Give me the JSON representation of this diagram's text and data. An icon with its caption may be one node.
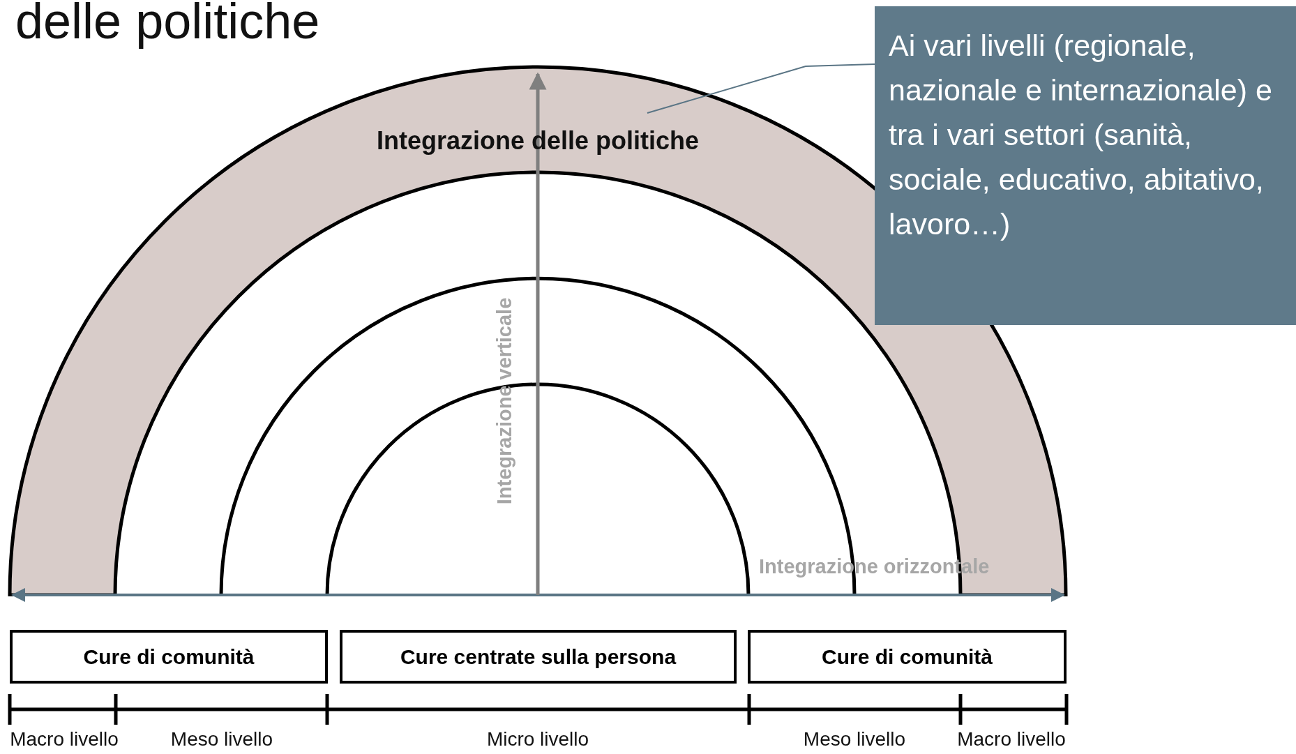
{
  "diagram": {
    "title": "delle politiche",
    "nodes": [
      {
        "text": [
          "Integrazione delle politiche"
        ]
      },
      {
        "text": [
          "Ai vari livelli (regionale, nazionale e internazionale) e tra i vari settori (sanità, sociale, educativo, abitativo, lavoro…)"
        ]
      },
      {
        "text": [
          "Cure di comunità"
        ]
      },
      {
        "text": [
          "Cure centrate sulla persona"
        ]
      },
      {
        "text": [
          "Cure di comunità"
        ]
      }
    ],
    "edges": [
      {
        "from": 1,
        "to": 0,
        "arrow": "none"
      }
    ],
    "labels": [
      "Integrazione verticale",
      "Integrazione orizzontale",
      "Macro livello",
      "Meso livello",
      "Micro livello",
      "Meso livello",
      "Macro livello"
    ]
  }
}
